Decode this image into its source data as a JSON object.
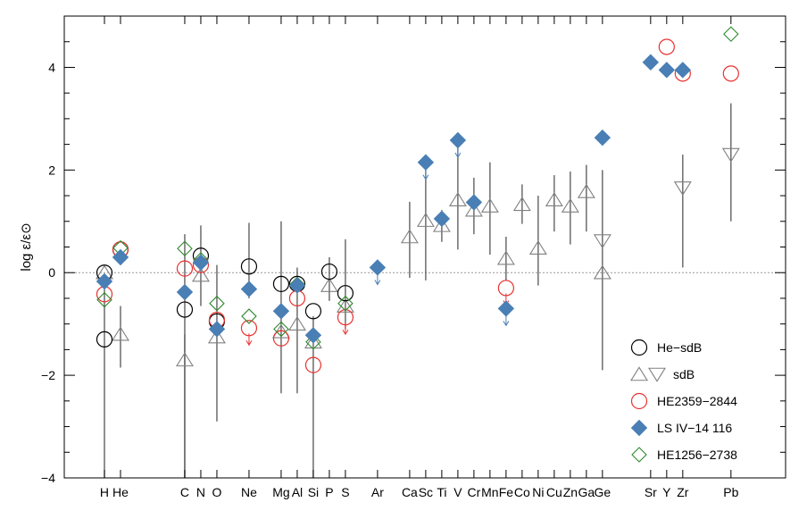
{
  "chart_data": {
    "type": "scatter",
    "xlabel": "",
    "ylabel": "log ε/ε⊙",
    "ylim": [
      -4,
      5
    ],
    "yticks": [
      -4,
      -2,
      0,
      2,
      4
    ],
    "element_ticks": [
      {
        "x": 1,
        "label": "H"
      },
      {
        "x": 2,
        "label": "He"
      },
      {
        "x": 6,
        "label": "C"
      },
      {
        "x": 7,
        "label": "N"
      },
      {
        "x": 8,
        "label": "O"
      },
      {
        "x": 10,
        "label": "Ne"
      },
      {
        "x": 12,
        "label": "Mg"
      },
      {
        "x": 13,
        "label": "Al"
      },
      {
        "x": 14,
        "label": "Si"
      },
      {
        "x": 15,
        "label": "P"
      },
      {
        "x": 16,
        "label": "S"
      },
      {
        "x": 18,
        "label": "Ar"
      },
      {
        "x": 20,
        "label": "Ca"
      },
      {
        "x": 21,
        "label": "Sc"
      },
      {
        "x": 22,
        "label": "Ti"
      },
      {
        "x": 23,
        "label": "V"
      },
      {
        "x": 24,
        "label": "Cr"
      },
      {
        "x": 25,
        "label": "Mn"
      },
      {
        "x": 26,
        "label": "Fe"
      },
      {
        "x": 27,
        "label": "Co"
      },
      {
        "x": 28,
        "label": "Ni"
      },
      {
        "x": 29,
        "label": "Cu"
      },
      {
        "x": 30,
        "label": "Zn"
      },
      {
        "x": 31,
        "label": "Ga"
      },
      {
        "x": 32,
        "label": "Ge"
      },
      {
        "x": 35,
        "label": "Sr"
      },
      {
        "x": 36,
        "label": "Y"
      },
      {
        "x": 37,
        "label": "Zr"
      },
      {
        "x": 40,
        "label": "Pb"
      }
    ],
    "solar_reference_line": 0,
    "sdb_error_bars": [
      {
        "x": 1,
        "lo": -4.0,
        "hi": -0.2
      },
      {
        "x": 2,
        "lo": -1.85,
        "hi": -0.65
      },
      {
        "x": 6,
        "lo": -4.0,
        "hi": 0.75
      },
      {
        "x": 6,
        "lo": -4.0,
        "hi": -1.2
      },
      {
        "x": 7,
        "lo": -0.65,
        "hi": 0.92
      },
      {
        "x": 8,
        "lo": -2.9,
        "hi": 0.15
      },
      {
        "x": 10,
        "lo": -0.5,
        "hi": 0.97
      },
      {
        "x": 12,
        "lo": -2.35,
        "hi": 1.0
      },
      {
        "x": 13,
        "lo": -2.35,
        "hi": 0.1
      },
      {
        "x": 14,
        "lo": -4.0,
        "hi": -0.85
      },
      {
        "x": 15,
        "lo": -0.55,
        "hi": 0.3
      },
      {
        "x": 16,
        "lo": -1.1,
        "hi": 0.65
      },
      {
        "x": 20,
        "lo": -0.1,
        "hi": 1.38
      },
      {
        "x": 21,
        "lo": -0.15,
        "hi": 2.2
      },
      {
        "x": 22,
        "lo": 0.6,
        "hi": 1.22
      },
      {
        "x": 23,
        "lo": 0.45,
        "hi": 2.5
      },
      {
        "x": 24,
        "lo": 0.75,
        "hi": 1.85
      },
      {
        "x": 25,
        "lo": 0.35,
        "hi": 2.15
      },
      {
        "x": 26,
        "lo": -0.15,
        "hi": 0.7
      },
      {
        "x": 27,
        "lo": 0.95,
        "hi": 1.72
      },
      {
        "x": 28,
        "lo": -0.25,
        "hi": 1.5
      },
      {
        "x": 29,
        "lo": 0.8,
        "hi": 1.9
      },
      {
        "x": 30,
        "lo": 0.55,
        "hi": 1.97
      },
      {
        "x": 31,
        "lo": 0.8,
        "hi": 2.1
      },
      {
        "x": 32,
        "lo": -1.9,
        "hi": 2.0
      },
      {
        "x": 37,
        "lo": 0.1,
        "hi": 2.3
      },
      {
        "x": 40,
        "lo": 1.0,
        "hi": 3.3
      }
    ],
    "series": [
      {
        "name": "He−sdB",
        "marker": "open-circle",
        "color": "#000000",
        "points": [
          {
            "x": 1,
            "y": 0.0
          },
          {
            "x": 1,
            "y": -1.3
          },
          {
            "x": 2,
            "y": 0.45
          },
          {
            "x": 6,
            "y": -0.72
          },
          {
            "x": 7,
            "y": 0.33
          },
          {
            "x": 8,
            "y": -0.95
          },
          {
            "x": 10,
            "y": 0.12
          },
          {
            "x": 12,
            "y": -0.22
          },
          {
            "x": 13,
            "y": -0.22
          },
          {
            "x": 14,
            "y": -0.75
          },
          {
            "x": 15,
            "y": 0.02
          },
          {
            "x": 16,
            "y": -0.4
          }
        ]
      },
      {
        "name": "sdB",
        "marker": "open-triangle",
        "color": "#808080",
        "points": [
          {
            "x": 1,
            "y": 0.0,
            "dir": "up"
          },
          {
            "x": 2,
            "y": -1.2,
            "dir": "up"
          },
          {
            "x": 6,
            "y": -1.7,
            "dir": "up"
          },
          {
            "x": 7,
            "y": -0.05,
            "dir": "up"
          },
          {
            "x": 8,
            "y": -1.25,
            "dir": "up"
          },
          {
            "x": 12,
            "y": -1.15,
            "dir": "up"
          },
          {
            "x": 13,
            "y": -1.0,
            "dir": "up"
          },
          {
            "x": 14,
            "y": -1.35,
            "dir": "up"
          },
          {
            "x": 15,
            "y": -0.25,
            "dir": "up"
          },
          {
            "x": 16,
            "y": -0.65,
            "dir": "up"
          },
          {
            "x": 20,
            "y": 0.7,
            "dir": "up"
          },
          {
            "x": 21,
            "y": 1.02,
            "dir": "up"
          },
          {
            "x": 22,
            "y": 0.92,
            "dir": "up"
          },
          {
            "x": 23,
            "y": 1.42,
            "dir": "up"
          },
          {
            "x": 24,
            "y": 1.22,
            "dir": "up"
          },
          {
            "x": 25,
            "y": 1.3,
            "dir": "up"
          },
          {
            "x": 26,
            "y": 0.28,
            "dir": "up"
          },
          {
            "x": 27,
            "y": 1.33,
            "dir": "up"
          },
          {
            "x": 28,
            "y": 0.48,
            "dir": "up"
          },
          {
            "x": 29,
            "y": 1.42,
            "dir": "up"
          },
          {
            "x": 30,
            "y": 1.3,
            "dir": "up"
          },
          {
            "x": 31,
            "y": 1.58,
            "dir": "up"
          },
          {
            "x": 32,
            "y": 0.62,
            "dir": "down"
          },
          {
            "x": 32,
            "y": 0.0,
            "dir": "up"
          },
          {
            "x": 37,
            "y": 1.65,
            "dir": "down"
          },
          {
            "x": 40,
            "y": 2.3,
            "dir": "down"
          }
        ]
      },
      {
        "name": "HE2359−2844",
        "marker": "open-circle",
        "color": "#e8312f",
        "points": [
          {
            "x": 1,
            "y": -0.42
          },
          {
            "x": 2,
            "y": 0.45
          },
          {
            "x": 6,
            "y": 0.08
          },
          {
            "x": 7,
            "y": 0.15
          },
          {
            "x": 8,
            "y": -0.92
          },
          {
            "x": 10,
            "y": -1.08,
            "upper_limit": true
          },
          {
            "x": 12,
            "y": -1.28
          },
          {
            "x": 13,
            "y": -0.5
          },
          {
            "x": 14,
            "y": -1.8
          },
          {
            "x": 16,
            "y": -0.87,
            "upper_limit": true
          },
          {
            "x": 26,
            "y": -0.3,
            "upper_limit": true
          },
          {
            "x": 36,
            "y": 4.4
          },
          {
            "x": 37,
            "y": 3.88
          },
          {
            "x": 40,
            "y": 3.88
          }
        ]
      },
      {
        "name": "LS IV−14 116",
        "marker": "filled-diamond",
        "color": "#4a7fb5",
        "points": [
          {
            "x": 1,
            "y": -0.17
          },
          {
            "x": 2,
            "y": 0.3
          },
          {
            "x": 6,
            "y": -0.38
          },
          {
            "x": 7,
            "y": 0.2
          },
          {
            "x": 8,
            "y": -1.1
          },
          {
            "x": 10,
            "y": -0.32
          },
          {
            "x": 12,
            "y": -0.75
          },
          {
            "x": 13,
            "y": -0.25
          },
          {
            "x": 14,
            "y": -1.22
          },
          {
            "x": 18,
            "y": 0.1,
            "upper_limit": true
          },
          {
            "x": 21,
            "y": 2.15,
            "upper_limit": true
          },
          {
            "x": 22,
            "y": 1.05
          },
          {
            "x": 23,
            "y": 2.58,
            "upper_limit": true
          },
          {
            "x": 24,
            "y": 1.37
          },
          {
            "x": 26,
            "y": -0.7,
            "upper_limit": true
          },
          {
            "x": 32,
            "y": 2.63
          },
          {
            "x": 35,
            "y": 4.1
          },
          {
            "x": 36,
            "y": 3.95
          },
          {
            "x": 37,
            "y": 3.95
          }
        ]
      },
      {
        "name": "HE1256−2738",
        "marker": "open-diamond",
        "color": "#2e8a2e",
        "points": [
          {
            "x": 1,
            "y": -0.53
          },
          {
            "x": 2,
            "y": 0.48
          },
          {
            "x": 6,
            "y": 0.47
          },
          {
            "x": 7,
            "y": 0.25
          },
          {
            "x": 8,
            "y": -0.6
          },
          {
            "x": 10,
            "y": -0.85
          },
          {
            "x": 12,
            "y": -1.1
          },
          {
            "x": 13,
            "y": -0.23
          },
          {
            "x": 14,
            "y": -1.35
          },
          {
            "x": 16,
            "y": -0.6
          },
          {
            "x": 40,
            "y": 4.65
          }
        ]
      }
    ],
    "legend": {
      "position": "lower-right",
      "entries": [
        {
          "label": "He−sdB",
          "marker": "open-circle",
          "color": "#000000"
        },
        {
          "label": "sdB",
          "marker": "triangles",
          "color": "#808080"
        },
        {
          "label": "HE2359−2844",
          "marker": "open-circle",
          "color": "#e8312f"
        },
        {
          "label": "LS IV−14 116",
          "marker": "filled-diamond",
          "color": "#4a7fb5"
        },
        {
          "label": "HE1256−2738",
          "marker": "open-diamond",
          "color": "#2e8a2e"
        }
      ]
    }
  }
}
